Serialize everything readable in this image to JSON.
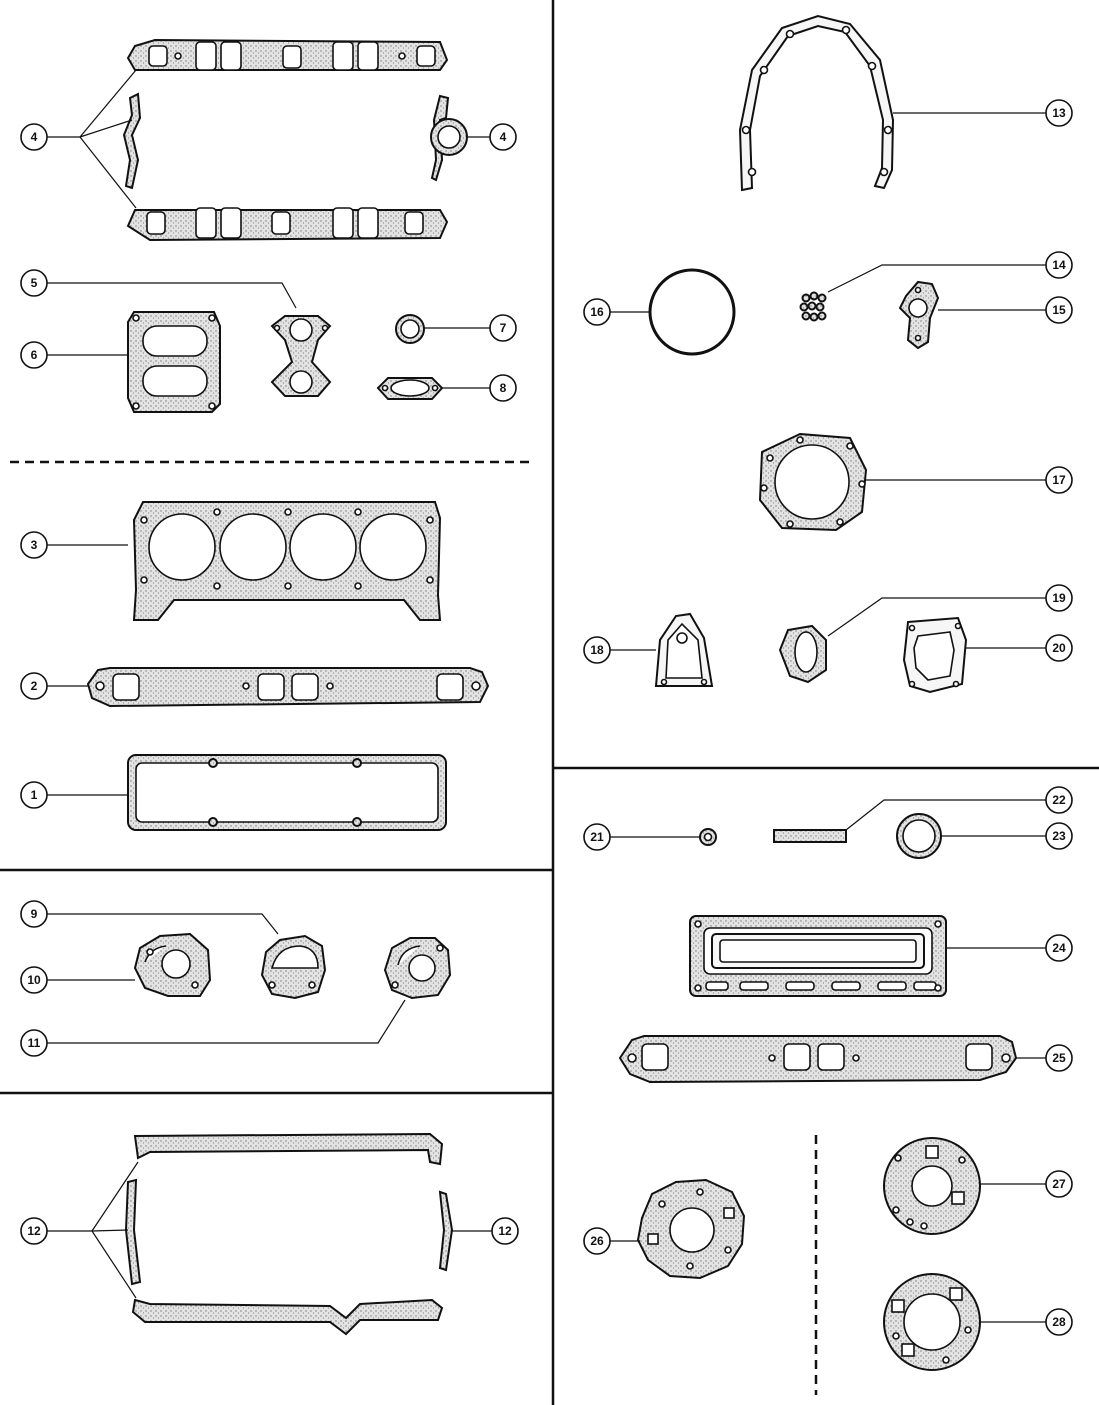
{
  "callouts": {
    "c4a": "4",
    "c4b": "4",
    "c5": "5",
    "c6": "6",
    "c7": "7",
    "c8": "8",
    "c3": "3",
    "c2": "2",
    "c1": "1",
    "c9": "9",
    "c10": "10",
    "c11": "11",
    "c12a": "12",
    "c12b": "12",
    "c13": "13",
    "c14": "14",
    "c15": "15",
    "c16": "16",
    "c17": "17",
    "c18": "18",
    "c19": "19",
    "c20": "20",
    "c21": "21",
    "c22": "22",
    "c23": "23",
    "c24": "24",
    "c25": "25",
    "c26": "26",
    "c27": "27",
    "c28": "28"
  },
  "colors": {
    "ink": "#111111",
    "paper": "#ffffff",
    "stipple": "#9a9a9a"
  }
}
